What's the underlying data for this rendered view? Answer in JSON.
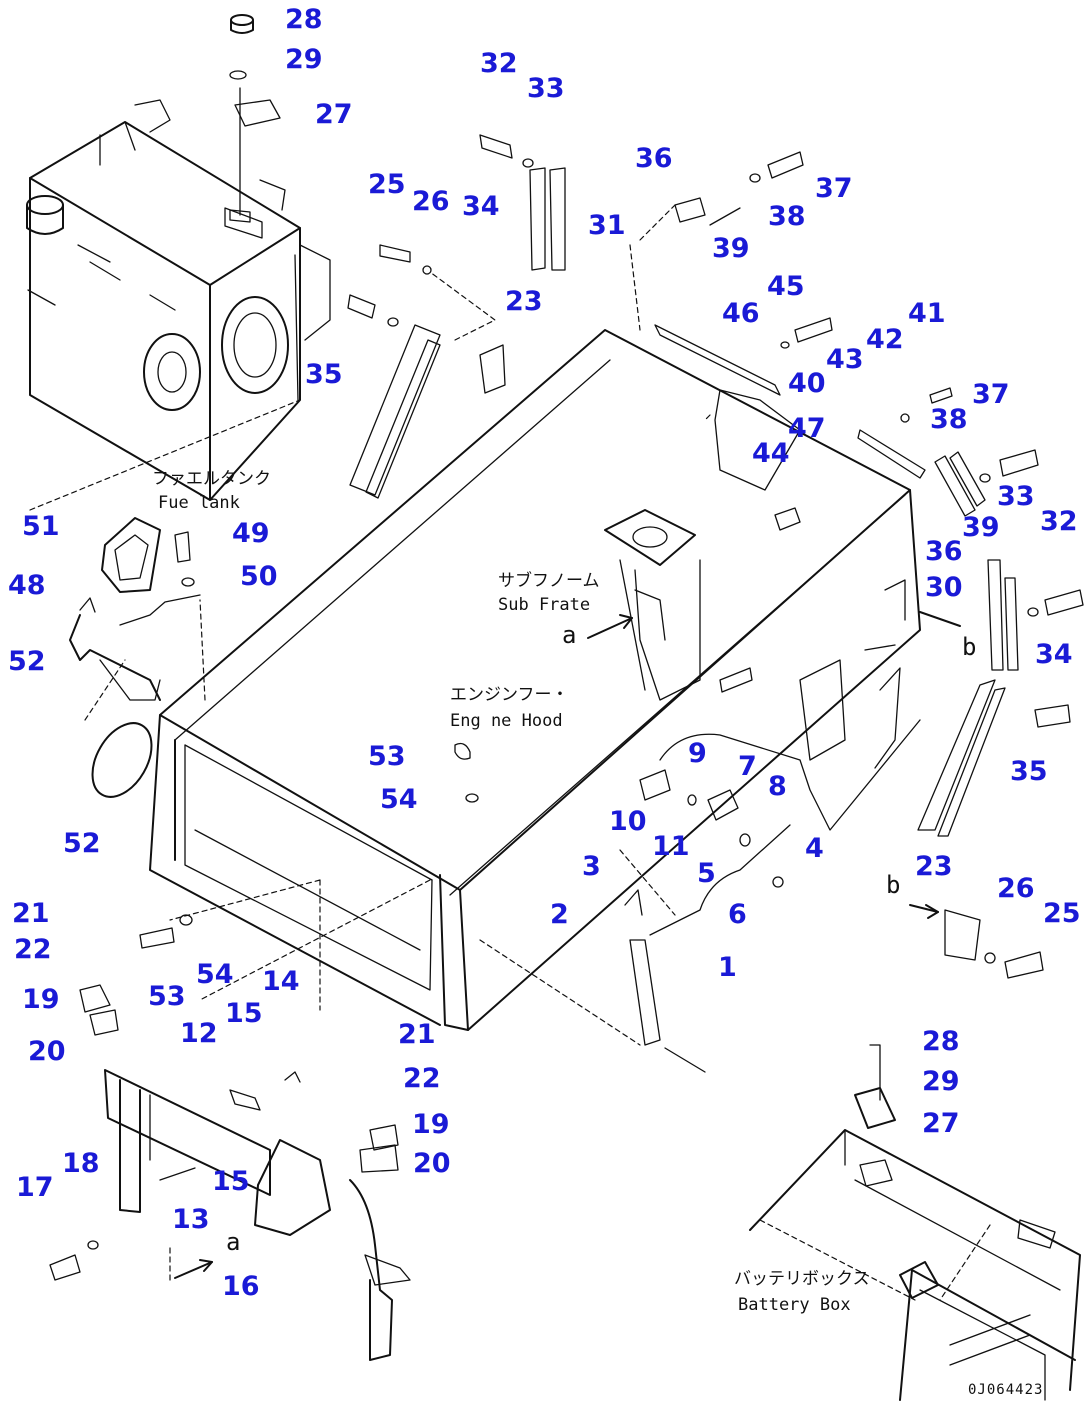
{
  "colors": {
    "label": "#1a1ad6",
    "line": "#111111",
    "background": "#ffffff"
  },
  "labels": [
    "28",
    "29",
    "27",
    "32",
    "33",
    "36",
    "37",
    "38",
    "39",
    "34",
    "31",
    "25",
    "26",
    "23",
    "35",
    "46",
    "45",
    "41",
    "42",
    "40",
    "43",
    "37",
    "38",
    "47",
    "44",
    "33",
    "32",
    "39",
    "36",
    "30",
    "34",
    "35",
    "51",
    "49",
    "50",
    "48",
    "52",
    "52",
    "53",
    "54",
    "9",
    "7",
    "8",
    "10",
    "11",
    "4",
    "5",
    "3",
    "2",
    "6",
    "1",
    "23",
    "26",
    "25",
    "21",
    "22",
    "19",
    "20",
    "53",
    "54",
    "14",
    "15",
    "12",
    "21",
    "22",
    "19",
    "20",
    "15",
    "18",
    "17",
    "13",
    "16",
    "28",
    "29",
    "27"
  ],
  "captions": {
    "fuel_tank_jp": "ファエルタンク",
    "fuel_tank_en": "Fue  lank",
    "sub_frame_jp": "サブフノーム",
    "sub_frame_en": "Sub Frate",
    "engine_hood_jp": "エンジンフー・",
    "engine_hood_en": "Eng ne Hood",
    "battery_box_jp": "バッテリボックス",
    "battery_box_en": "Battery Box",
    "ref_a1": "a",
    "ref_a2": "a",
    "ref_b1": "b",
    "ref_b2": "b",
    "drawing_number": "0J064423"
  }
}
